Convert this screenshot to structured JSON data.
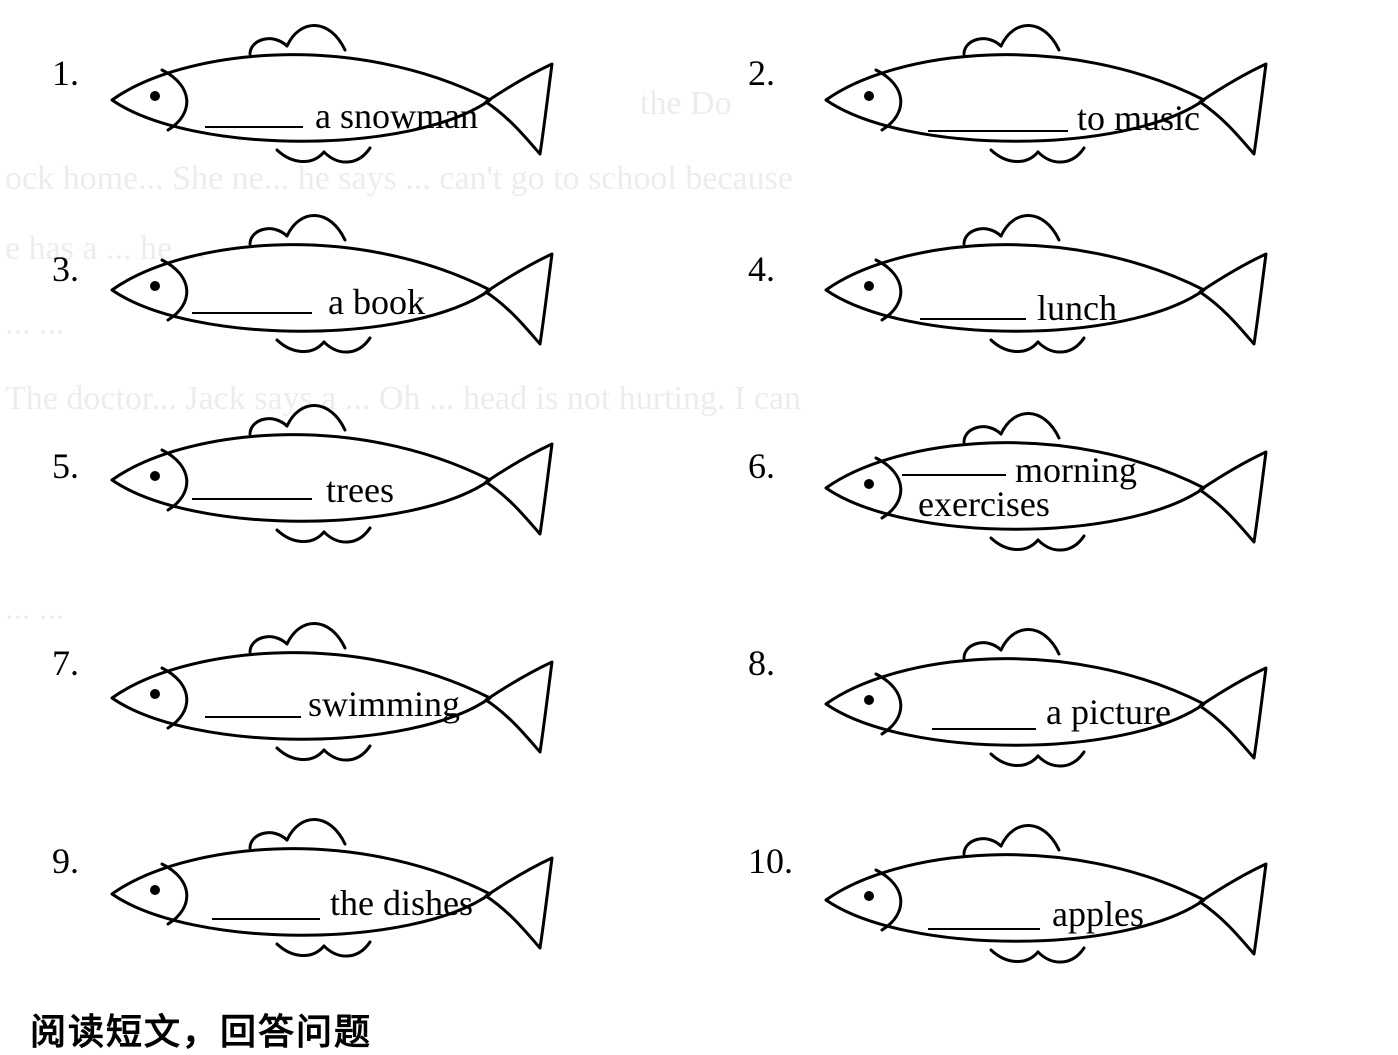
{
  "items": [
    {
      "number": "1.",
      "phrase": "a snowman"
    },
    {
      "number": "2.",
      "phrase": "to music"
    },
    {
      "number": "3.",
      "phrase": "a book"
    },
    {
      "number": "4.",
      "phrase": "lunch"
    },
    {
      "number": "5.",
      "phrase": "trees"
    },
    {
      "number": "6.",
      "phrase": "morning",
      "phrase2": "exercises"
    },
    {
      "number": "7.",
      "phrase": "swimming"
    },
    {
      "number": "8.",
      "phrase": "a picture"
    },
    {
      "number": "9.",
      "phrase": "the dishes"
    },
    {
      "number": "10.",
      "phrase": "apples"
    }
  ],
  "section_heading": "阅读短文，回答问题"
}
